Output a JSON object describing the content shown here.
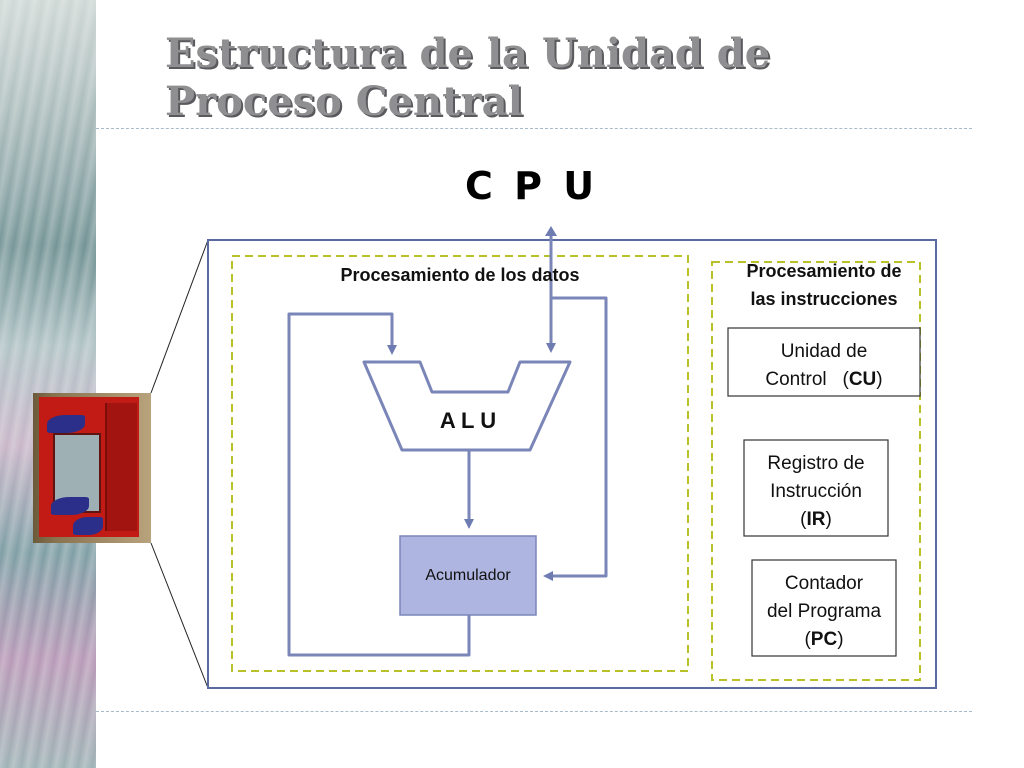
{
  "slide": {
    "title_line1": "Estructura de la Unidad de",
    "title_line2": "Proceso Central"
  },
  "diagram": {
    "cpu_label": "C P U",
    "data_section": {
      "title": "Procesamiento de los datos",
      "alu_label": "A L U",
      "accumulator_label": "Acumulador"
    },
    "instruction_section": {
      "title_line1": "Procesamiento de",
      "title_line2": "las instrucciones",
      "control_unit": {
        "line1": "Unidad de",
        "line2_prefix": "Control   (",
        "abbr": "CU",
        "suffix": ")"
      },
      "instruction_register": {
        "line1": "Registro de",
        "line2": "Instrucción",
        "prefix": "(",
        "abbr": "IR",
        "suffix": ")"
      },
      "program_counter": {
        "line1": "Contador",
        "line2": "del Programa",
        "prefix": "(",
        "abbr": "PC",
        "suffix": ")"
      }
    }
  },
  "colors": {
    "frame": "#5b6aa0",
    "dashed_box": "#b8c02a",
    "arrow": "#7a86b8",
    "accumulator_fill": "#aeb5e0",
    "title_text": "#8f8f92"
  }
}
